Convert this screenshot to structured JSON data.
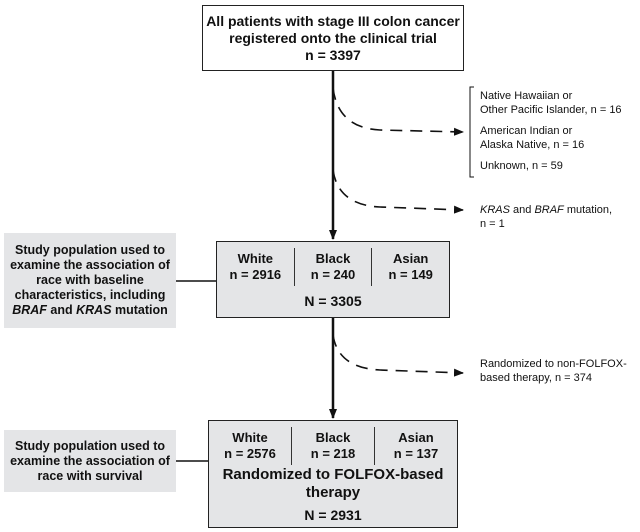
{
  "top_box": {
    "line1": "All patients with stage III colon cancer",
    "line2": "registered onto the clinical trial",
    "line3": "n = 3397"
  },
  "exclusions": {
    "group1": [
      "Native Hawaiian or",
      "Other Pacific Islander, n = 16",
      "American Indian or",
      "Alaska Native, n = 16",
      "Unknown, n = 59"
    ],
    "mutation": {
      "kras": "KRAS",
      "and": " and ",
      "braf": "BRAF",
      "suffix": " mutation,",
      "line2": "n = 1"
    },
    "nonfolfox": [
      "Randomized to non-FOLFOX-",
      "based therapy, n = 374"
    ]
  },
  "middle_box": {
    "columns": [
      {
        "race": "White",
        "n": "n = 2916"
      },
      {
        "race": "Black",
        "n": "n = 240"
      },
      {
        "race": "Asian",
        "n": "n = 149"
      }
    ],
    "total": "N = 3305"
  },
  "bottom_box": {
    "columns": [
      {
        "race": "White",
        "n": "n = 2576"
      },
      {
        "race": "Black",
        "n": "n = 218"
      },
      {
        "race": "Asian",
        "n": "n = 137"
      }
    ],
    "caption_line1": "Randomized to FOLFOX-based",
    "caption_line2": "therapy",
    "total": "N = 2931"
  },
  "side_labels": {
    "baseline": {
      "lines": [
        "Study population used to",
        "examine the association of",
        "race with baseline",
        "characteristics, including"
      ],
      "braf": "BRAF",
      "and": " and ",
      "kras": "KRAS",
      "suffix": " mutation"
    },
    "survival": [
      "Study population used to",
      "examine the association of",
      "race with survival"
    ]
  }
}
